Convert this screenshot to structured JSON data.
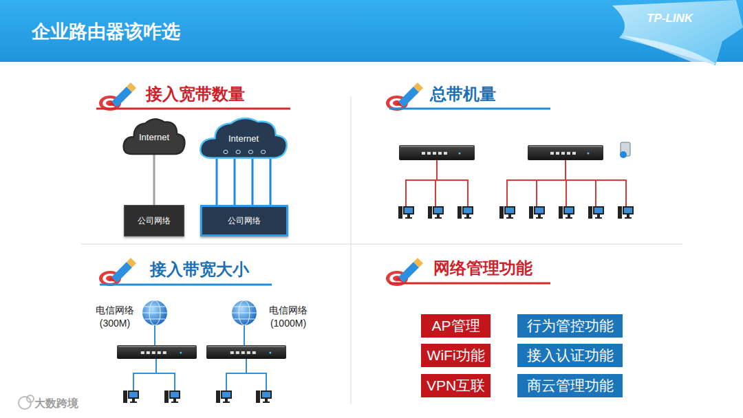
{
  "diagram": {
    "title": "企业路由器该咋选",
    "nodes": [
      {
        "text": [
          "Internet"
        ]
      },
      {
        "text": [
          "Internet"
        ]
      },
      {
        "text": [
          "公司网络"
        ]
      },
      {
        "text": [
          "公司网络"
        ]
      },
      {
        "text": [
          "AP管理"
        ]
      },
      {
        "text": [
          "行为管控功能"
        ]
      },
      {
        "text": [
          "WiFi功能"
        ]
      },
      {
        "text": [
          "接入认证功能"
        ]
      },
      {
        "text": [
          "VPN互联"
        ]
      },
      {
        "text": [
          "商云管理功能"
        ]
      }
    ],
    "edges": [
      {
        "from": 0,
        "to": 2,
        "arrow": "none"
      },
      {
        "from": 1,
        "to": 3,
        "arrow": "none"
      },
      {
        "from": 1,
        "to": 3,
        "arrow": "none"
      },
      {
        "from": 1,
        "to": 3,
        "arrow": "none"
      },
      {
        "from": 1,
        "to": 3,
        "arrow": "none"
      }
    ],
    "labels": [
      "TP-LINK",
      "接入宽带数量",
      "总带机量",
      "接入带宽大小",
      "网络管理功能",
      "电信网络 (300M)",
      "电信网络 (1000M)",
      "大数跨境"
    ]
  }
}
